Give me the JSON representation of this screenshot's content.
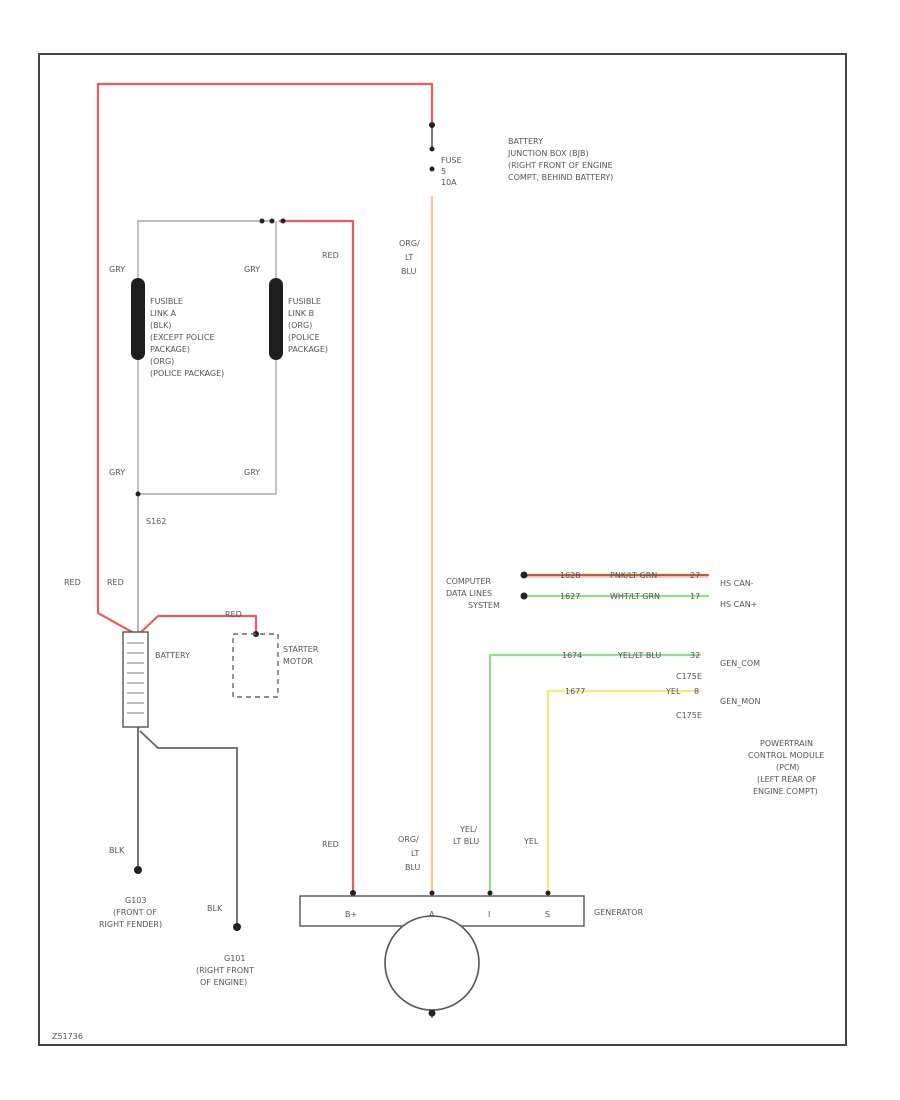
{
  "colors": {
    "red_wire": "#f05a5a",
    "orange_wire": "#f8c58a",
    "green_wire": "#8fe08a",
    "yellow_wire": "#f2ea7a",
    "brown_wire": "#b5651d",
    "gray_wire": "#a8a8a8",
    "dark_wire": "#666666"
  },
  "icons": {
    "fuse": "fuse-icon",
    "fusible_link": "fusible-link-icon",
    "battery": "battery-icon",
    "generator": "generator-icon",
    "ground": "ground-icon"
  },
  "junction_box": {
    "title": "BATTERY",
    "lines": [
      "JUNCTION BOX (BJB)",
      "(RIGHT FRONT OF ENGINE",
      "COMPT, BEHIND BATTERY)"
    ]
  },
  "fuse": {
    "name": "FUSE",
    "number": "5",
    "rating": "10A"
  },
  "wire_labels": {
    "red_top": "RED",
    "org_lt_blu_top": [
      "ORG/",
      "LT",
      "BLU"
    ],
    "gry_a_top": "GRY",
    "gry_b_top": "GRY",
    "gry_a_bottom": "GRY",
    "gry_b_bottom": "GRY",
    "splice": "S162",
    "red_left_outer": "RED",
    "red_left_inner": "RED",
    "red_starter": "RED",
    "red_bottom": "RED",
    "org_lt_blu_bottom": [
      "ORG/",
      "LT",
      "BLU"
    ],
    "yel_lt_blu_bottom": [
      "YEL/",
      "LT BLU"
    ],
    "yel_bottom": "YEL",
    "blk_left": "BLK",
    "blk_right": "BLK"
  },
  "fusible_link_a": {
    "lines": [
      "FUSIBLE",
      "LINK A",
      "(BLK)",
      "(EXCEPT POLICE",
      "PACKAGE)",
      "(ORG)",
      "(POLICE PACKAGE)"
    ]
  },
  "fusible_link_b": {
    "lines": [
      "FUSIBLE",
      "LINK B",
      "(ORG)",
      "(POLICE",
      "PACKAGE)"
    ]
  },
  "battery": {
    "label": "BATTERY"
  },
  "starter": {
    "lines": [
      "STARTER",
      "MOTOR"
    ]
  },
  "data_lines": {
    "label": [
      "COMPUTER",
      "DATA LINES",
      "SYSTEM"
    ],
    "rows": [
      {
        "circuit": "1628",
        "color": "PNK/LT GRN",
        "pin": "27",
        "signal": "HS CAN-"
      },
      {
        "circuit": "1627",
        "color": "WHT/LT GRN",
        "pin": "17",
        "signal": "HS CAN+"
      }
    ]
  },
  "pcm": {
    "rows": [
      {
        "circuit": "1674",
        "color": "YEL/LT BLU",
        "pin": "32",
        "signal": "GEN_COM",
        "connector": "C175E"
      },
      {
        "circuit": "1677",
        "color": "YEL",
        "pin": "8",
        "signal": "GEN_MON",
        "connector": "C175E"
      }
    ],
    "label": [
      "POWERTRAIN",
      "CONTROL MODULE",
      "(PCM)",
      "(LEFT REAR OF",
      "ENGINE COMPT)"
    ]
  },
  "generator": {
    "label": "GENERATOR",
    "terminals": [
      "B+",
      "A",
      "I",
      "S"
    ]
  },
  "grounds": [
    {
      "id": "G103",
      "lines": [
        "(FRONT OF",
        "RIGHT FENDER)"
      ]
    },
    {
      "id": "G101",
      "lines": [
        "(RIGHT FRONT",
        "OF ENGINE)"
      ]
    }
  ],
  "figure_code": "Z51736"
}
